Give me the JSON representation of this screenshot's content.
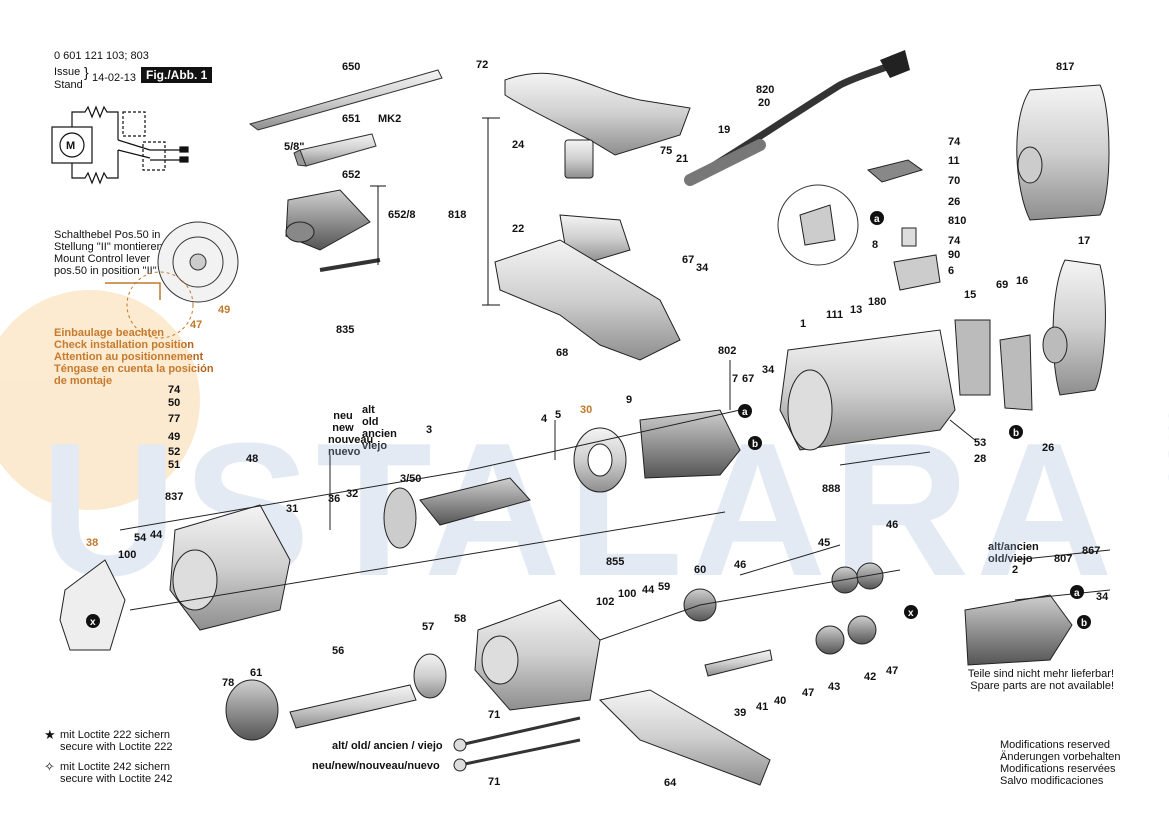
{
  "header": {
    "doc_number": "0 601 121 103; 803",
    "issue_label": "Issue",
    "stand_label": "Stand",
    "date": "14-02-13",
    "figure": "Fig./Abb. 1"
  },
  "watermark": {
    "text": "USTALARA",
    "suffix": ".com"
  },
  "switch_note": [
    "Schalthebel Pos.50 in",
    "Stellung \"II\" montieren",
    "Mount Control lever",
    "pos.50 in position \"II\""
  ],
  "install_note": [
    "Einbaulage beachten",
    "Check installation position",
    "Attention au positionnement",
    "Téngase en cuenta la posición",
    "de montaje"
  ],
  "neu_labels": [
    "neu",
    "new",
    "nouveau",
    "nuevo"
  ],
  "alt_labels": [
    "alt",
    "old",
    "ancien",
    "viejo"
  ],
  "alt_old_top": "alt/ancien",
  "alt_old_bottom": "old/viejo",
  "oldnew_lines": {
    "old": "alt/ old/ ancien / viejo",
    "new": "neu/new/nouveau/nuevo"
  },
  "not_deliverable": [
    "Teile sind nicht mehr lieferbar!",
    "Spare parts are not available!"
  ],
  "loctite": [
    {
      "symbol": "★",
      "lines": [
        "mit Loctite 222 sichern",
        "secure with Loctite 222"
      ]
    },
    {
      "symbol": "✧",
      "lines": [
        "mit Loctite 242 sichern",
        "secure with Loctite 242"
      ]
    }
  ],
  "modifications": [
    "Modifications reserved",
    "Änderungen vorbehalten",
    "Modifications reservées",
    "Salvo modificaciones"
  ],
  "part_labels": {
    "p650": "650",
    "p651": "651",
    "pMK2": "MK2",
    "p5_8": "5/8\"",
    "p652": "652",
    "p652_8": "652/8",
    "p72": "72",
    "p820": "820",
    "p20": "20",
    "p19": "19",
    "p24": "24",
    "p75": "75",
    "p21": "21",
    "p818": "818",
    "p22": "22",
    "p67a": "67",
    "p34a": "34",
    "p68": "68",
    "p74a": "74",
    "p11": "11",
    "p70": "70",
    "p26a": "26",
    "p810": "810",
    "p8": "8",
    "p74b": "74",
    "p90": "90",
    "p6": "6",
    "p817": "817",
    "p17": "17",
    "p111": "111",
    "p13": "13",
    "p180": "180",
    "p1": "1",
    "p15": "15",
    "p69": "69",
    "p16": "16",
    "p802": "802",
    "p7": "7",
    "p67b": "67",
    "p34b": "34",
    "p53": "53",
    "p28": "28",
    "p888": "888",
    "p26b": "26",
    "p835": "835",
    "p74c": "74",
    "p50": "50",
    "p77": "77",
    "p49a": "49",
    "p52": "52",
    "p51": "51",
    "p48": "48",
    "p49b": "49",
    "p47a": "47",
    "p3": "3",
    "p3_50": "3/50",
    "p4": "4",
    "p5": "5",
    "p30": "30",
    "p9": "9",
    "p837": "837",
    "p54": "54",
    "p44a": "44",
    "p38": "38",
    "p100a": "100",
    "p31": "31",
    "p36": "36",
    "p32": "32",
    "p855": "855",
    "p102": "102",
    "p100b": "100",
    "p44b": "44",
    "p59": "59",
    "p60": "60",
    "p46a": "46",
    "p45": "45",
    "p46b": "46",
    "p2": "2",
    "p807": "807",
    "p867": "867",
    "p34c": "34",
    "p57": "57",
    "p58": "58",
    "p56": "56",
    "p61": "61",
    "p78": "78",
    "p71a": "71",
    "p71b": "71",
    "p64": "64",
    "p39": "39",
    "p41": "41",
    "p40": "40",
    "p47b": "47",
    "p43": "43",
    "p42": "42",
    "p47c": "47",
    "a1": "a",
    "a2": "a",
    "a3": "a",
    "b1": "b",
    "b2": "b",
    "b3": "b",
    "x1": "x",
    "x2": "x",
    "m": "M"
  }
}
